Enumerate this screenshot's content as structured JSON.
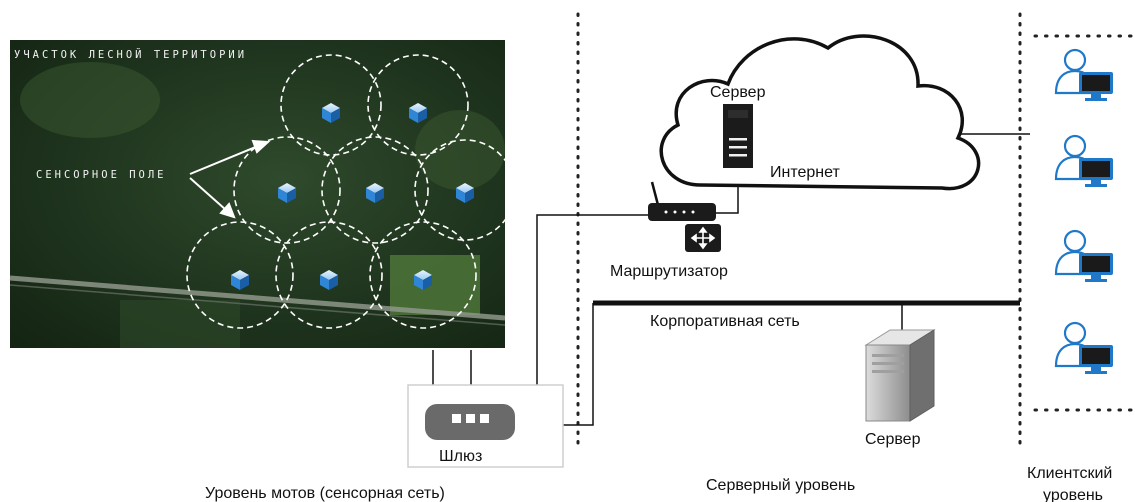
{
  "map": {
    "title": "УЧАСТОК ЛЕСНОЙ ТЕРРИТОРИИ",
    "sensor_field_label": "СЕНСОРНОЕ ПОЛЕ"
  },
  "labels": {
    "server_cloud": "Сервер",
    "internet": "Интернет",
    "router": "Маршрутизатор",
    "corporate_network": "Корпоративная сеть",
    "server_local": "Сервер",
    "gateway": "Шлюз"
  },
  "levels": {
    "motes": "Уровень мотов (сенсорная сеть)",
    "server": "Серверный уровень",
    "client_line1": "Клиентский",
    "client_line2": "уровень"
  },
  "colors": {
    "node": "#2f86d6",
    "client": "#1f78c8",
    "line": "#111111"
  }
}
